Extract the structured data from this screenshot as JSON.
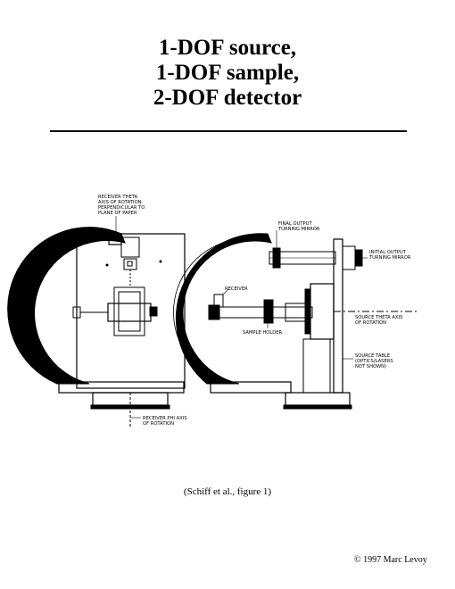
{
  "title": {
    "line1": "1-DOF source,",
    "line2": "1-DOF sample,",
    "line3": "2-DOF detector"
  },
  "diagram": {
    "labels": {
      "receiver_theta": [
        "RECEIVER THETA",
        "AXIS OF ROTATION",
        "PERPENDICULAR TO",
        "PLANE OF PAPER"
      ],
      "final_output": [
        "FINAL OUTPUT",
        "TURNING MIRROR"
      ],
      "initial_output": [
        "INITIAL OUTPUT",
        "TURNING MIRROR"
      ],
      "receiver": "RECEIVER",
      "source_theta": [
        "SOURCE THETA AXIS",
        "OF ROTATION"
      ],
      "sample_holder": "SAMPLE HOLDER",
      "source_table": [
        "SOURCE TABLE",
        "(OPTICS/LASERS",
        "NOT SHOWN)"
      ],
      "receiver_phi": [
        "RECEIVER PHI AXIS",
        "OF ROTATION"
      ]
    }
  },
  "caption": "(Schiff et al., figure 1)",
  "copyright": "© 1997 Marc Levoy"
}
